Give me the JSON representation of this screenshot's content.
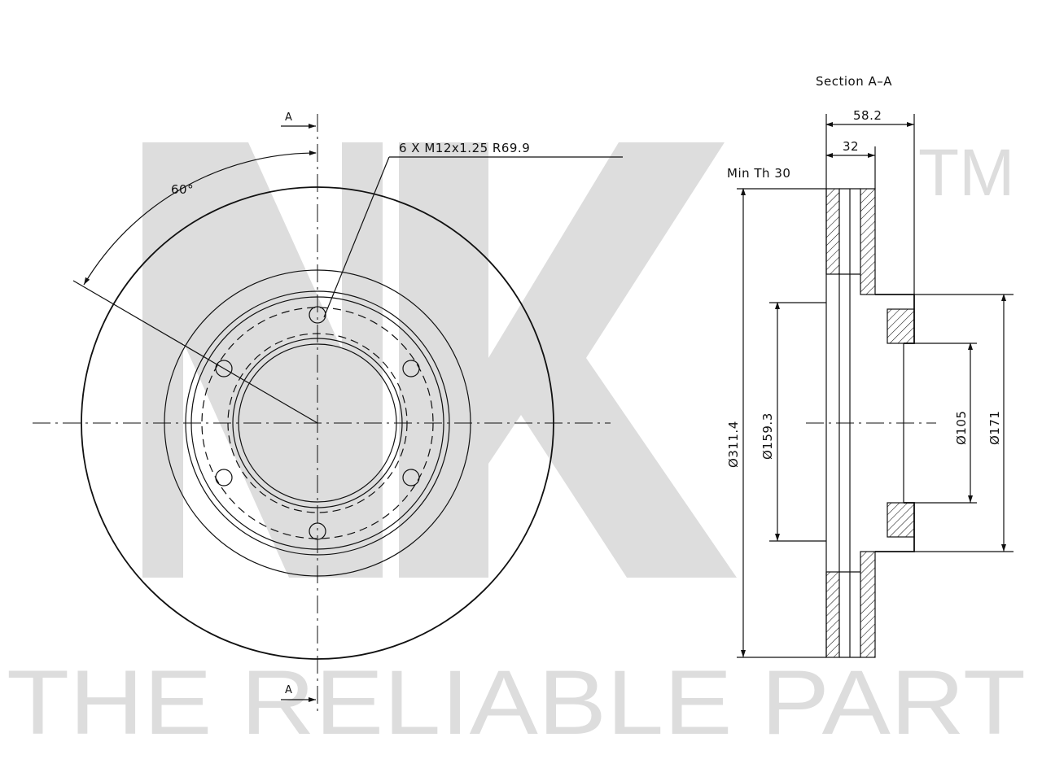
{
  "watermark": {
    "tm": "TM",
    "tagline": "THE RELIABLE PART"
  },
  "front_view": {
    "section_mark_top": "A",
    "section_mark_bottom": "A",
    "angle_label": "60°",
    "bolt_spec": "6 X M12x1.25   R69.9"
  },
  "section_view": {
    "title": "Section A–A",
    "dim_overall_width": "58.2",
    "dim_thickness": "32",
    "min_thickness": "Min Th 30",
    "dia_outer": "Ø311.4",
    "dia_hat": "Ø159.3",
    "dia_center_bore": "Ø105",
    "dia_hub": "Ø171"
  }
}
